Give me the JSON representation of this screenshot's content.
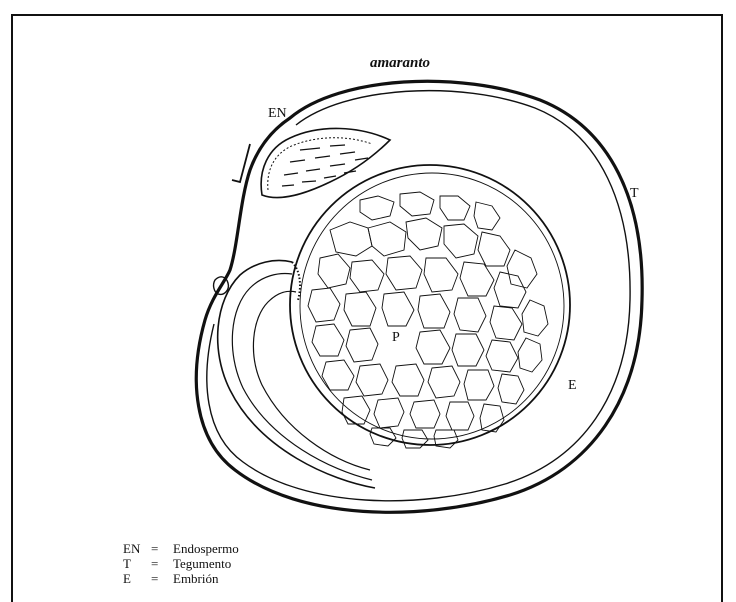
{
  "figure": {
    "title": "amaranto",
    "labels": {
      "en": "EN",
      "t": "T",
      "p": "P",
      "e": "E"
    },
    "legend": [
      {
        "key": "EN",
        "sep": "=",
        "value": "Endospermo"
      },
      {
        "key": "T",
        "sep": "=",
        "value": "Tegumento"
      },
      {
        "key": "E",
        "sep": "=",
        "value": "Embrión"
      }
    ]
  }
}
